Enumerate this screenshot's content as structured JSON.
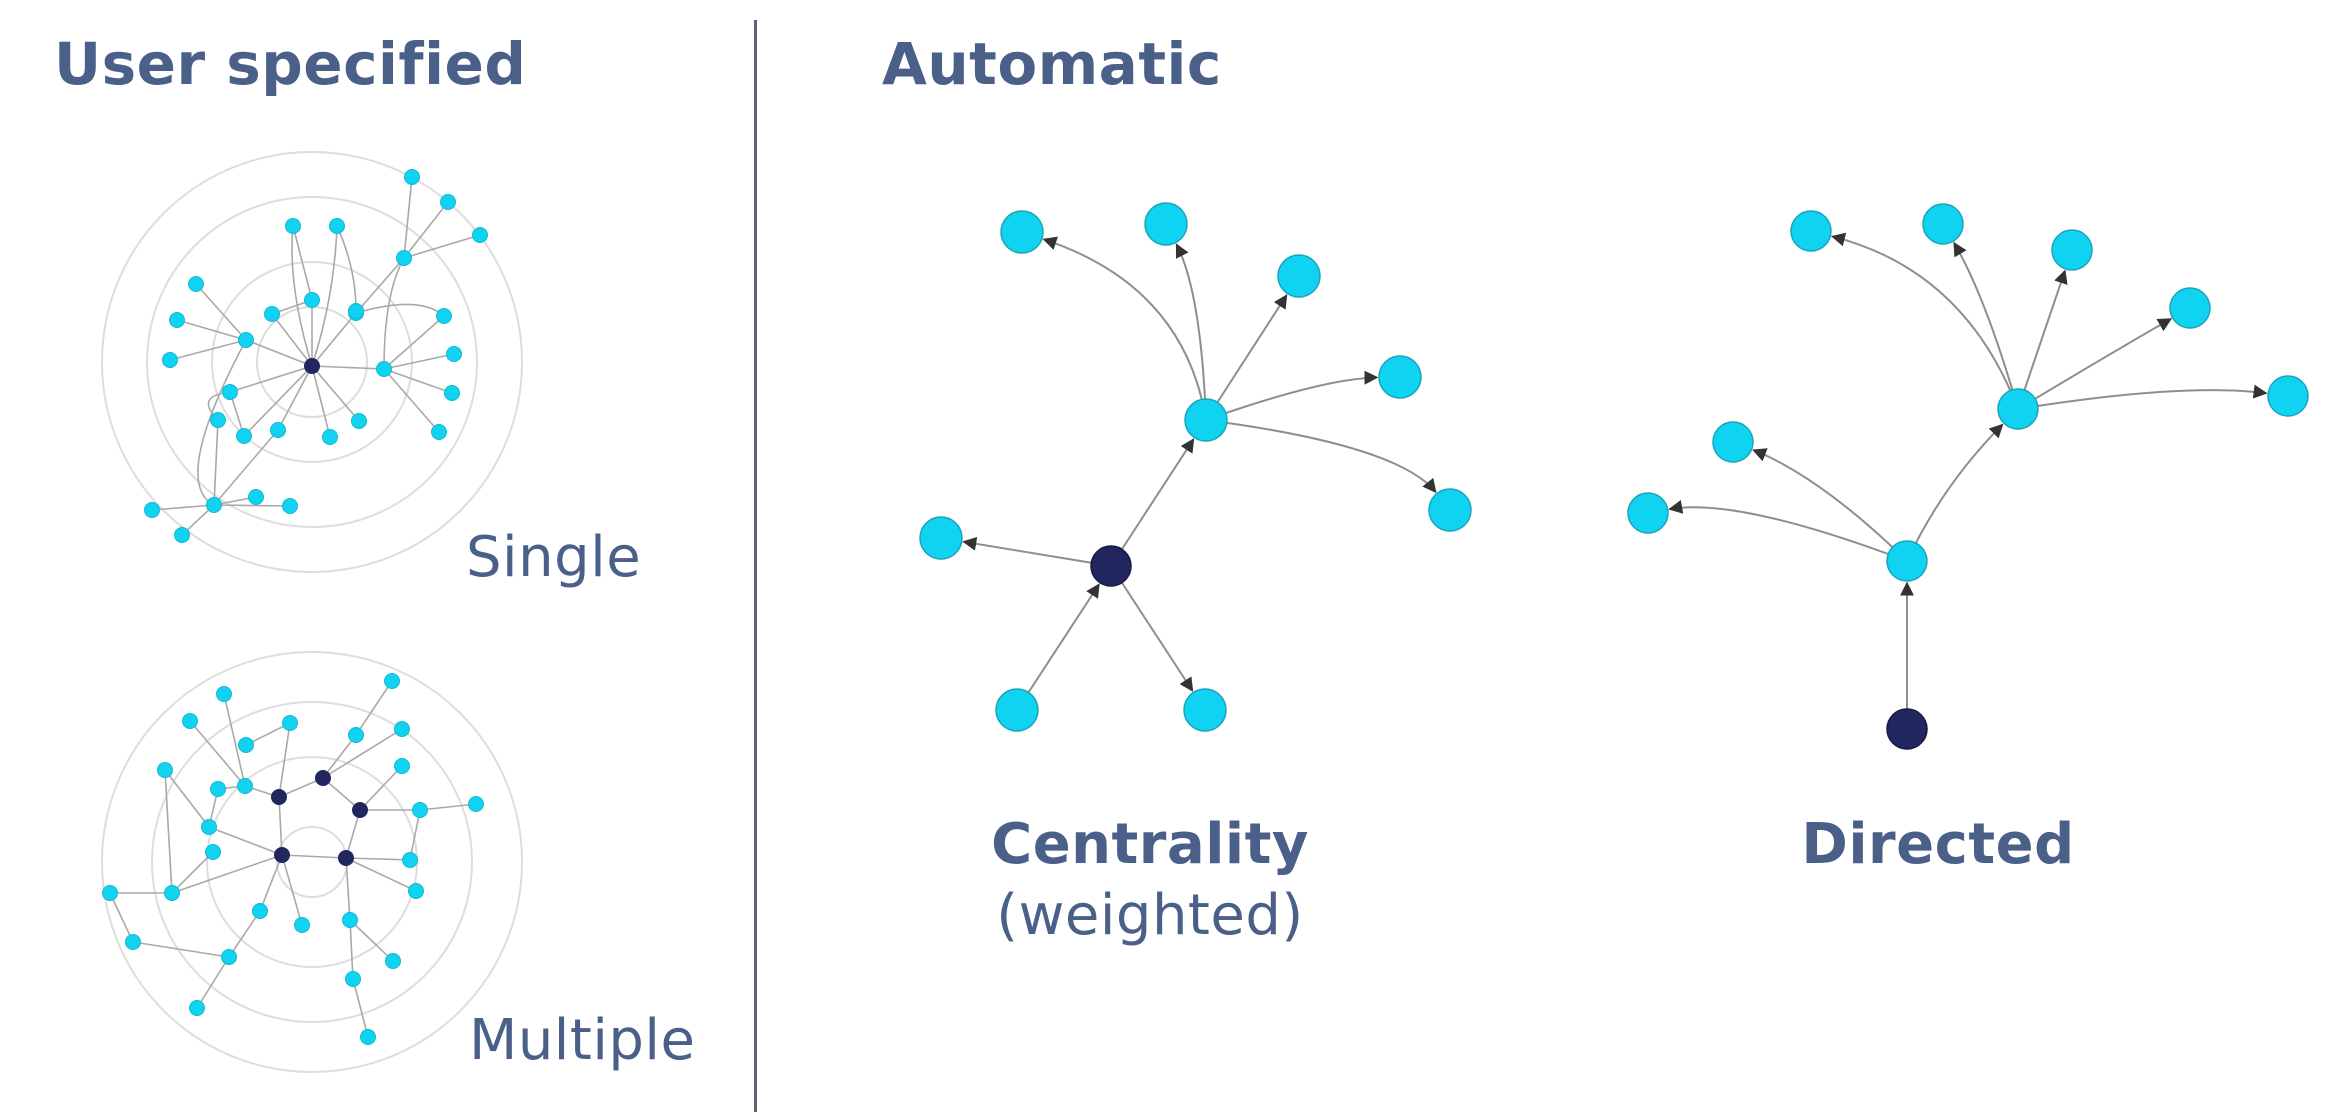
{
  "headings": {
    "user_specified": "User specified",
    "automatic": "Automatic"
  },
  "labels": {
    "single": "Single",
    "multiple": "Multiple",
    "centrality_line1": "Centrality",
    "centrality_line2": "(weighted)",
    "directed": "Directed"
  },
  "colors": {
    "heading_text": "#4a6089",
    "divider": "#5b6273",
    "node_light": "#0fd3f0",
    "node_dark": "#22265f",
    "edge": "#8e8e8e",
    "ring": "#dddddd"
  },
  "icons": {
    "divider": "vertical-divider-line",
    "node_light": "cyan-circle-node",
    "node_dark": "navy-circle-node",
    "edge": "arrow-edge"
  }
}
